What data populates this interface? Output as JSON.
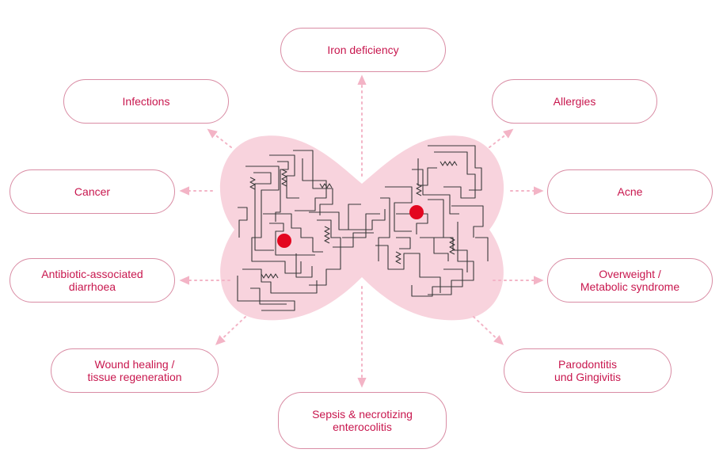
{
  "colors": {
    "accent_text": "#c8174e",
    "pill_border": "#d98ca4",
    "center_shape_fill": "#f8d3dd",
    "arrow_color": "#f3b4c6",
    "circuit_line": "#3a3a3a",
    "dot": "#e3061f"
  },
  "center": {
    "icon": "bacteria-circuit-icon"
  },
  "conditions": {
    "iron_deficiency": "Iron deficiency",
    "infections": "Infections",
    "allergies": "Allergies",
    "cancer": "Cancer",
    "acne": "Acne",
    "antibiotic_diarrhoea": "Antibiotic-associated\ndiarrhoea",
    "overweight": "Overweight /\nMetabolic syndrome",
    "wound_healing": "Wound healing /\ntissue regeneration",
    "parodontitis": "Parodontitis\nund Gingivitis",
    "sepsis": "Sepsis & necrotizing\nenterocolitis"
  }
}
